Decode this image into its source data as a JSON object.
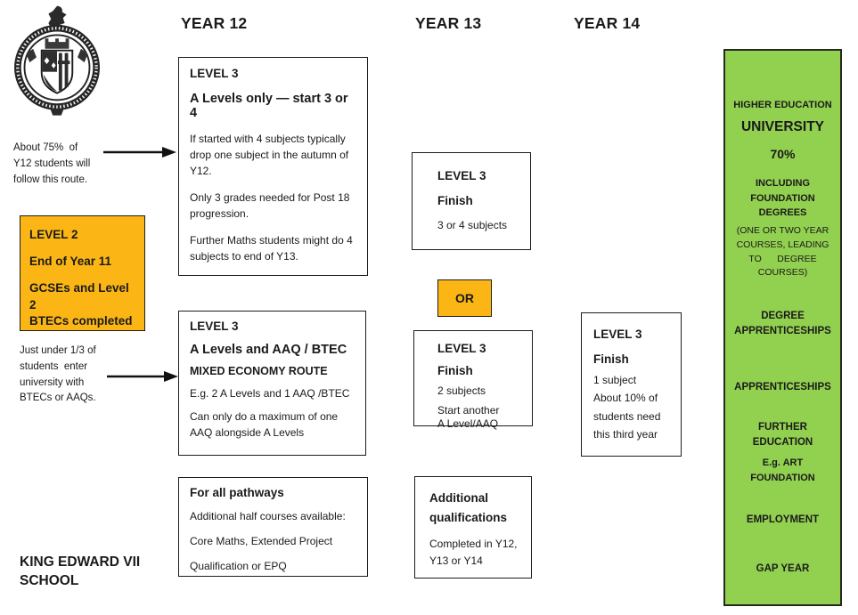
{
  "colors": {
    "orange": "#FBB615",
    "green": "#92D050",
    "ink": "#1a1a1a"
  },
  "headers": {
    "year12": "YEAR 12",
    "year13": "YEAR 13",
    "year14": "YEAR 14"
  },
  "left": {
    "note1": "About 75%  of\nY12 students will\nfollow this route.",
    "level2_box": {
      "title": "LEVEL 2",
      "line2": "End of Year 11",
      "line3": "GCSEs and Level 2\nBTECs completed"
    },
    "note2": "Just under 1/3 of\nstudents  enter\nuniversity with\nBTECs or AAQs.",
    "school_name": "KING EDWARD VII\nSCHOOL",
    "crest_alt": "king-edward-vii-school-crest"
  },
  "year12": {
    "box_alevels": {
      "title": "LEVEL 3",
      "subtitle": "A Levels only — start 3 or 4",
      "p1": "If started with 4 subjects typically drop one subject in the autumn of Y12.",
      "p2": "Only 3 grades needed for Post 18 progression.",
      "p3": "Further Maths students might do 4 subjects to end of Y13."
    },
    "box_mixed": {
      "title": "LEVEL 3",
      "subtitle": "A Levels and AAQ / BTEC",
      "subtitle2": "MIXED ECONOMY ROUTE",
      "p1": "E.g. 2 A Levels and 1 AAQ /BTEC",
      "p2": "Can only do a maximum of one AAQ alongside A Levels"
    },
    "box_pathways": {
      "title": "For all pathways",
      "p1": "Additional half courses available:",
      "p2": "Core Maths, Extended Project",
      "p3": "Qualification or EPQ"
    }
  },
  "year13": {
    "box_finish34": {
      "title": "LEVEL 3",
      "subtitle": "Finish",
      "p1": "3 or 4 subjects"
    },
    "or_label": "OR",
    "box_finish2": {
      "title": "LEVEL 3",
      "subtitle": "Finish",
      "p1": "2 subjects",
      "p2": "Start another\nA Level/AAQ"
    },
    "box_additional": {
      "title": "Additional\nqualifications",
      "p1": "Completed in Y12,\nY13 or Y14"
    }
  },
  "year14": {
    "box_finish1": {
      "title": "LEVEL 3",
      "subtitle": "Finish",
      "p1": "1 subject",
      "p2": "About 10% of\nstudents need\nthis third year"
    }
  },
  "outcomes": {
    "items": [
      "HIGHER EDUCATION",
      "UNIVERSITY",
      "70%",
      "INCLUDING\nFOUNDATION\nDEGREES",
      "(ONE OR TWO YEAR\nCOURSES, LEADING\nTO      DEGREE\nCOURSES)",
      "DEGREE\nAPPRENTICESHIPS",
      "APPRENTICESHIPS",
      "FURTHER\nEDUCATION",
      "E.g. ART\nFOUNDATION",
      "EMPLOYMENT",
      "GAP YEAR"
    ]
  }
}
